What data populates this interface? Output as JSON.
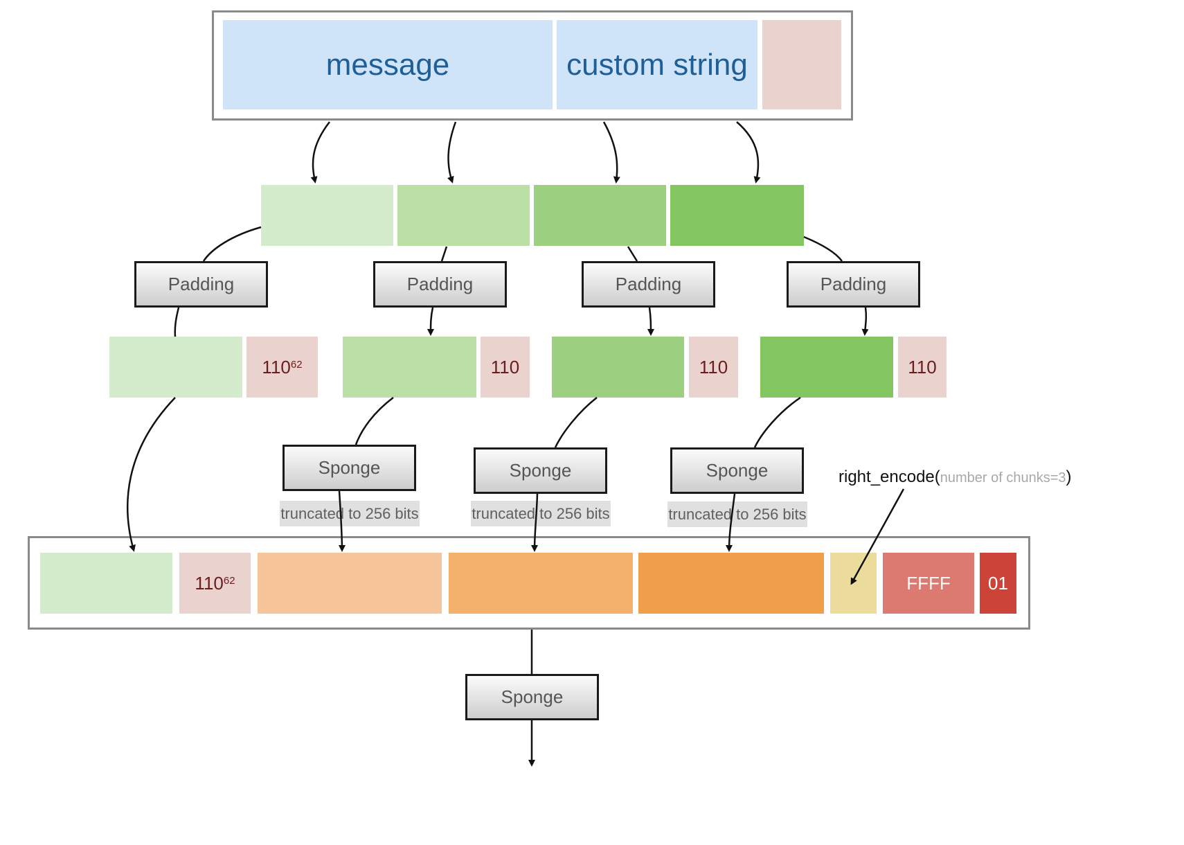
{
  "input": {
    "message": "message",
    "custom_string": "custom string"
  },
  "padding_label": "Padding",
  "pad_values": {
    "first_base": "110",
    "first_exp": "62",
    "rest": "110"
  },
  "sponge_label": "Sponge",
  "truncated_label": "truncated to 256 bits",
  "final": {
    "pad_base": "110",
    "pad_exp": "62",
    "ffff": "FFFF",
    "suffix": "01"
  },
  "annotation": {
    "func": "right_encode(",
    "arg": "number of chunks=3",
    "close": ")"
  },
  "colors": {
    "input_blue": "#cfe4f9",
    "input_pink": "#ead2ce",
    "chunk_greens": [
      "#d4ebcc",
      "#bbdfa7",
      "#9ccf7f",
      "#83c561"
    ],
    "pad_pink": "#ead2ce",
    "oranges": [
      "#f6c69a",
      "#f4b06d",
      "#f19e4a"
    ],
    "encode_yellow": "#ecdc9c",
    "ffff_red": "#dc7971",
    "suffix_red": "#cc4337"
  }
}
